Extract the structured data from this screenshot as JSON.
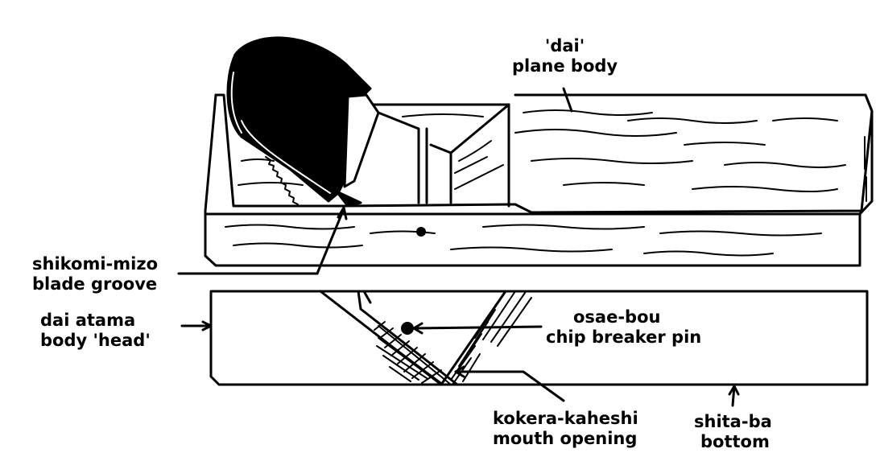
{
  "labels": {
    "dai": {
      "line1": "'dai'",
      "line2": "plane body"
    },
    "shikomi_mizo": {
      "line1": "shikomi-mizo",
      "line2": "blade groove"
    },
    "dai_atama": {
      "line1": "dai atama",
      "line2": "body 'head'"
    },
    "osae_bou": {
      "line1": "osae-bou",
      "line2": "chip breaker pin"
    },
    "kokera_kaheshi": {
      "line1": "kokera-kaheshi",
      "line2": "mouth opening"
    },
    "shita_ba": {
      "line1": "shita-ba",
      "line2": "bottom"
    }
  },
  "colors": {
    "ink": "#000000",
    "paper": "#ffffff"
  }
}
